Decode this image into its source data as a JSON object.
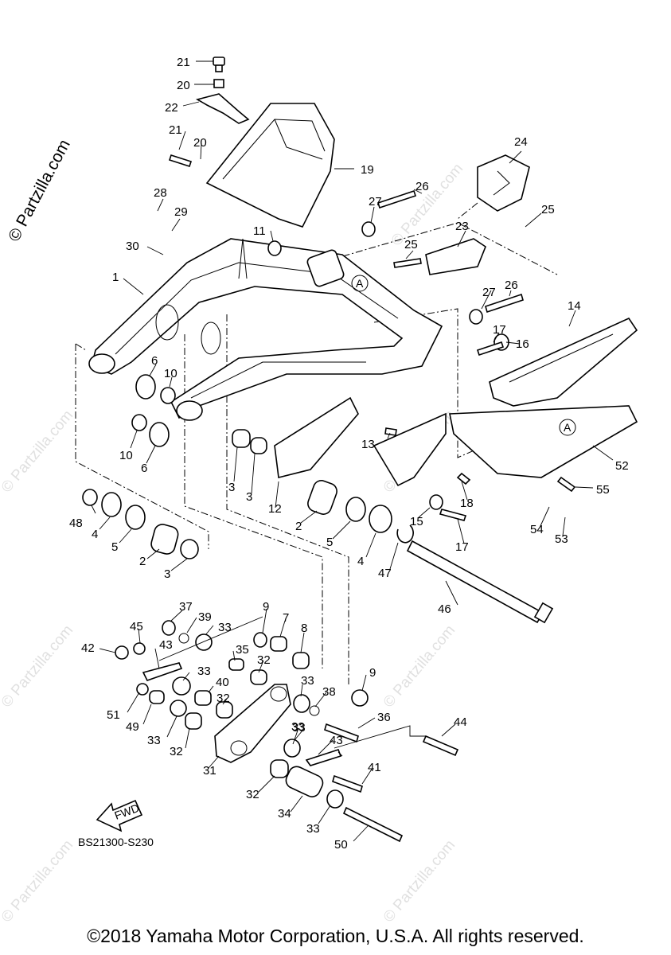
{
  "brand": "© Partzilla.com",
  "watermark": "© Partzilla.com",
  "diagram_code": "BS21300-S230",
  "fwd_label": "FWD",
  "section_marker": "A",
  "copyright": "©2018 Yamaha Motor Corporation, U.S.A. All rights reserved.",
  "callouts": [
    "21",
    "20",
    "22",
    "19",
    "21",
    "20",
    "24",
    "28",
    "29",
    "27",
    "26",
    "25",
    "11",
    "23",
    "30",
    "25",
    "1",
    "27",
    "26",
    "14",
    "17",
    "16",
    "6",
    "10",
    "10",
    "6",
    "13",
    "3",
    "3",
    "12",
    "18",
    "2",
    "15",
    "17",
    "55",
    "52",
    "54",
    "53",
    "48",
    "4",
    "5",
    "2",
    "3",
    "5",
    "4",
    "47",
    "46",
    "37",
    "39",
    "45",
    "33",
    "9",
    "7",
    "8",
    "42",
    "43",
    "35",
    "32",
    "33",
    "33",
    "40",
    "51",
    "49",
    "32",
    "38",
    "9",
    "33",
    "36",
    "44",
    "33",
    "32",
    "43",
    "31",
    "33",
    "41",
    "32",
    "34",
    "33",
    "50"
  ]
}
